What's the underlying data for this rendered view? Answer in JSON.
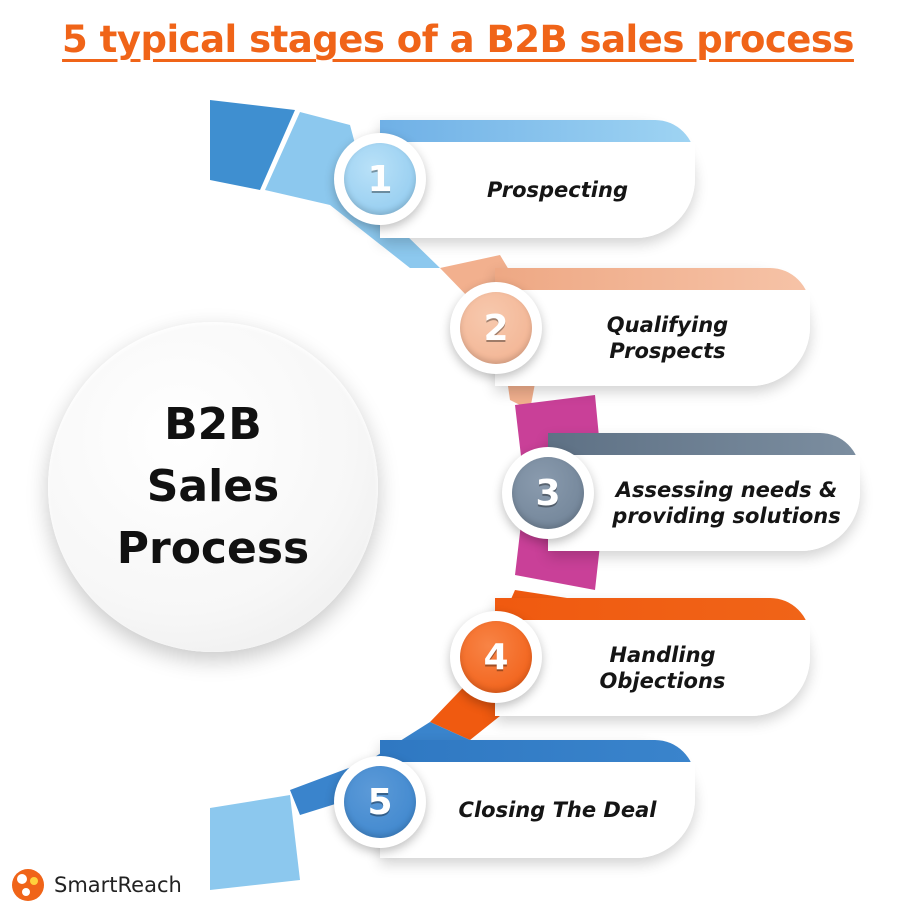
{
  "title": "5 typical stages of a B2B sales process",
  "hub": {
    "line1": "B2B",
    "line2": "Sales",
    "line3": "Process"
  },
  "stages": [
    {
      "number": "1",
      "label_line1": "Prospecting",
      "label_line2": "",
      "color": "#8cc8ee",
      "accent": "#3f8fd0"
    },
    {
      "number": "2",
      "label_line1": "Qualifying",
      "label_line2": "Prospects",
      "color": "#f2b08e",
      "accent": "#f2b08e"
    },
    {
      "number": "3",
      "label_line1": "Assessing needs &",
      "label_line2": "providing solutions",
      "color": "#6d8094",
      "accent": "#c94098"
    },
    {
      "number": "4",
      "label_line1": "Handling",
      "label_line2": "Objections",
      "color": "#f05a10",
      "accent": "#f05a10"
    },
    {
      "number": "5",
      "label_line1": "Closing The Deal",
      "label_line2": "",
      "color": "#3a84cc",
      "accent": "#8cc8ee"
    }
  ],
  "brand": {
    "name": "SmartReach",
    "accent": "#f06418",
    "title_color": "#f06418"
  }
}
